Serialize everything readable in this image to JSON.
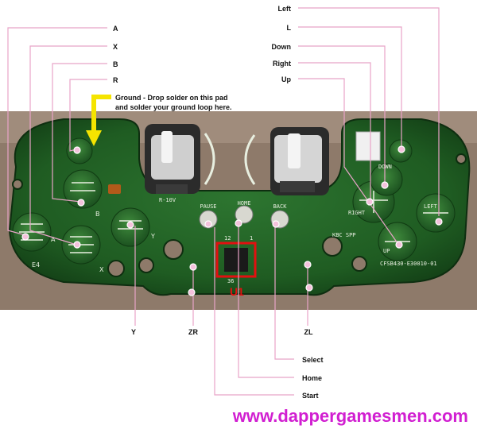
{
  "labels_left": {
    "a": "A",
    "x": "X",
    "b": "B",
    "r": "R"
  },
  "labels_right": {
    "left": "Left",
    "l": "L",
    "down": "Down",
    "right": "Right",
    "up": "Up"
  },
  "labels_bottom": {
    "y": "Y",
    "zr": "ZR",
    "zl": "ZL",
    "select": "Select",
    "home": "Home",
    "start": "Start"
  },
  "ground_note": {
    "line1": "Ground - Drop solder on this pad",
    "line2": "and solder your ground loop here."
  },
  "board_silk": {
    "pause": "PAUSE",
    "home": "HOME",
    "back": "BACK",
    "btn_a": "A",
    "btn_b": "B",
    "btn_x": "X",
    "btn_y": "Y",
    "left": "LEFT",
    "right": "RIGHT",
    "down": "DOWN",
    "up": "UP",
    "e4": "E4",
    "kbc": "KBC SPP",
    "part_no": "CFSB430-E30010-01",
    "r10v": "R-10V",
    "chip_marking": "U1",
    "pin_36": "36",
    "pin_12": "12",
    "pin_1": "1"
  },
  "watermark": "www.dappergamesmen.com",
  "colors": {
    "pcb_green": "#1f5c22",
    "lead_pink": "#e8a4c8",
    "arrow_yellow": "#f5e400",
    "highlight_red": "#e21010",
    "watermark_magenta": "#d11fd1"
  }
}
